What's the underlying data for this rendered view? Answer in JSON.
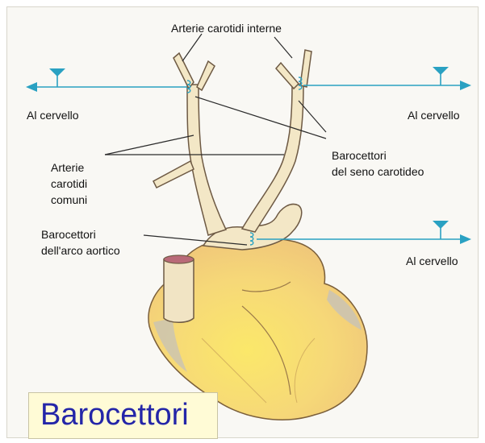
{
  "labels": {
    "internal_carotids": "Arterie carotidi interne",
    "to_brain_left": "Al cervello",
    "to_brain_right": "Al cervello",
    "to_brain_aortic": "Al cervello",
    "common_carotids": [
      "Arterie",
      "carotidi",
      "comuni"
    ],
    "sinus_baroreceptors": [
      "Barocettori",
      "del seno carotideo"
    ],
    "aortic_baroreceptors": [
      "Barocettori",
      "dell'arco aortico"
    ]
  },
  "title": "Barocettori",
  "colors": {
    "nerve": "#2aa1c2",
    "heart_fill": "#f4d27a",
    "heart_highlight": "#fbe86a",
    "artery_fill": "#f3e7c6",
    "title_text": "#2426a8",
    "title_box": "#fffbd6"
  }
}
